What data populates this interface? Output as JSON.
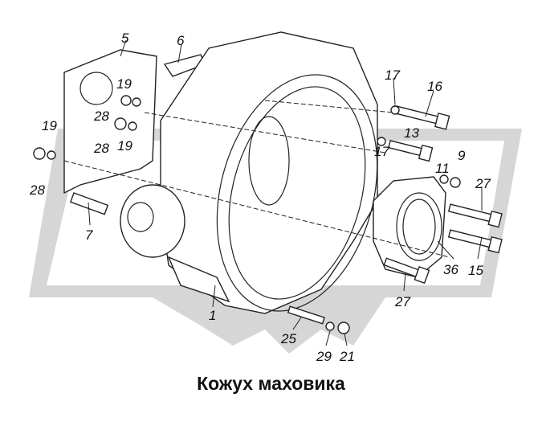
{
  "title": "Кожух маховика",
  "watermark_colors": {
    "logo": "#d4d4d4"
  },
  "callouts": [
    {
      "id": "c5",
      "text": "5"
    },
    {
      "id": "c6",
      "text": "6"
    },
    {
      "id": "c19a",
      "text": "19"
    },
    {
      "id": "c28a",
      "text": "28"
    },
    {
      "id": "c28b",
      "text": "28"
    },
    {
      "id": "c19b",
      "text": "19"
    },
    {
      "id": "c19c",
      "text": "19"
    },
    {
      "id": "c28c",
      "text": "28"
    },
    {
      "id": "c17a",
      "text": "17"
    },
    {
      "id": "c16",
      "text": "16"
    },
    {
      "id": "c13",
      "text": "13"
    },
    {
      "id": "c17b",
      "text": "17"
    },
    {
      "id": "c9",
      "text": "9"
    },
    {
      "id": "c11",
      "text": "11"
    },
    {
      "id": "c27a",
      "text": "27"
    },
    {
      "id": "c7",
      "text": "7"
    },
    {
      "id": "c36",
      "text": "36"
    },
    {
      "id": "c15",
      "text": "15"
    },
    {
      "id": "c27b",
      "text": "27"
    },
    {
      "id": "c1",
      "text": "1"
    },
    {
      "id": "c25",
      "text": "25"
    },
    {
      "id": "c29",
      "text": "29"
    },
    {
      "id": "c21",
      "text": "21"
    }
  ]
}
